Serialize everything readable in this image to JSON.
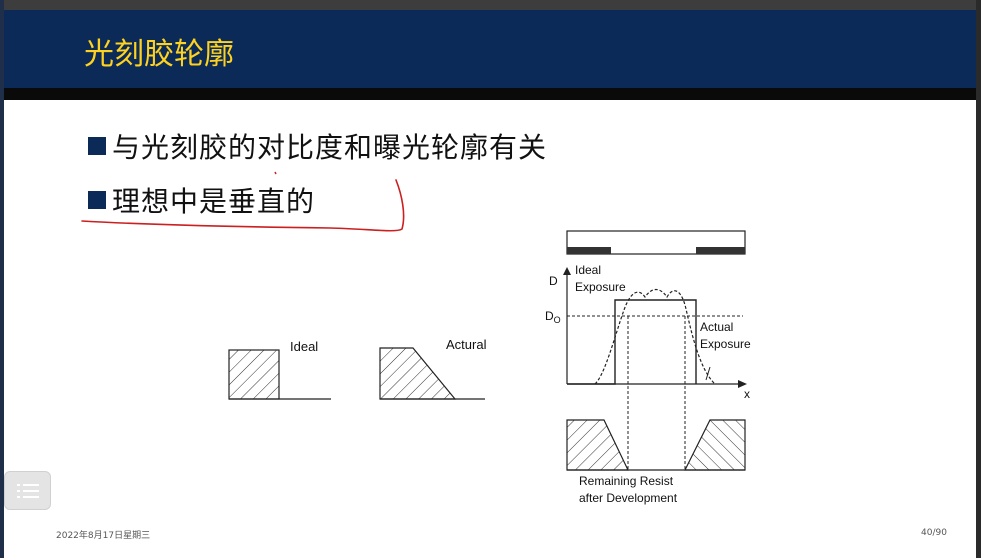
{
  "slide": {
    "title": "光刻胶轮廓",
    "bullets": [
      {
        "text": "与光刻胶的对比度和曝光轮廓有关"
      },
      {
        "text": "理想中是垂直的"
      }
    ],
    "footer_date": "2022年8月17日星期三",
    "page_number": "40/90"
  },
  "figure_left": {
    "ideal_label": "Ideal",
    "actual_label": "Actural"
  },
  "figure_right": {
    "y_axis_label": "D",
    "x_axis_label": "x",
    "threshold_label_main": "D",
    "threshold_label_sub": "O",
    "ideal_exposure_label": [
      "Ideal",
      "Exposure"
    ],
    "actual_exposure_label": [
      "Actual",
      "Exposure"
    ],
    "remaining_resist_label": [
      "Remaining Resist",
      "after Development"
    ]
  },
  "ui": {
    "menu_icon": "list-menu-icon"
  },
  "colors": {
    "header_bg": "#0b2a57",
    "title_color": "#ffd21f",
    "annotation_red": "#cc1f1f"
  }
}
